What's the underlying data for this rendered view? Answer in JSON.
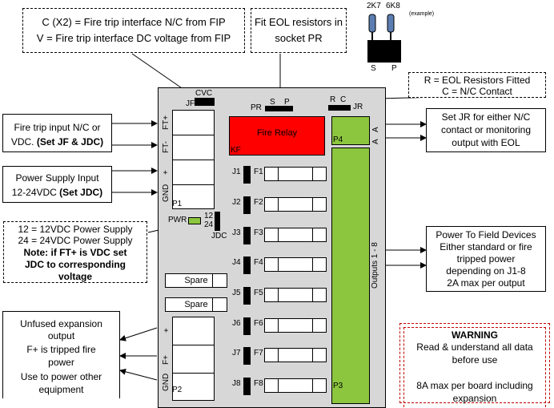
{
  "notes": {
    "top_left": [
      "C (X2) = Fire trip interface N/C from FIP",
      "V = Fire trip interface DC voltage from FIP"
    ],
    "top_mid": [
      "Fit EOL resistors in",
      "socket PR"
    ],
    "resistor_labels": [
      "2K7",
      "6K8"
    ],
    "example": "(example)",
    "sp": [
      "S",
      "P"
    ],
    "top_right": [
      "R = EOL Resistors Fitted",
      "C = N/C Contact"
    ],
    "fire_input": [
      "Fire trip input N/C or",
      "VDC."
    ],
    "fire_input_bold": "(Set JF & JDC)",
    "power_input": [
      "Power Supply Input",
      "12-24VDC"
    ],
    "power_input_bold": "(Set JDC)",
    "supply_note": [
      "12 = 12VDC Power Supply",
      "24 = 24VDC Power Supply"
    ],
    "supply_note_bold": [
      "Note: if FT+ is VDC set",
      "JDC to corresponding",
      "voltage"
    ],
    "set_jr": [
      "Set JR for either N/C",
      "contact or monitoring",
      "output with EOL"
    ],
    "field": [
      "Power To Field Devices",
      "Either standard or fire",
      "tripped power",
      "depending on J1-8",
      "2A max per output"
    ],
    "expansion": [
      "Unfused expansion",
      "output",
      "F+ is tripped fire",
      "power",
      "Use to power other",
      "equipment"
    ],
    "warning_title": "WARNING",
    "warning": [
      "Read & understand all data",
      "before use",
      "",
      "8A max per board including",
      "expansion"
    ]
  },
  "board": {
    "jf": "JF",
    "cvc": "CVC",
    "pr": "PR",
    "pr_s": "S",
    "pr_p": "P",
    "jr": "JR",
    "jr_r": "R",
    "jr_c": "C",
    "ft_plus": "FT+",
    "ft_minus": "FT-",
    "plus": "+",
    "gnd": "GND",
    "p1": "P1",
    "p2": "P2",
    "p3": "P3",
    "p4": "P4",
    "relay": "Fire Relay",
    "kf": "KF",
    "pwr": "PWR",
    "jdc": "JDC",
    "v12": "12",
    "v24": "24",
    "a": "A",
    "outputs": "Outputs 1 - 8",
    "spare": "Spare",
    "exp_plus": "+",
    "exp_fplus": "F+",
    "exp_gnd": "GND",
    "jumpers": [
      "J1",
      "J2",
      "J3",
      "J4",
      "J5",
      "J6",
      "J7",
      "J8"
    ],
    "fuses": [
      "F1",
      "F2",
      "F3",
      "F4",
      "F5",
      "F6",
      "F7",
      "F8"
    ]
  },
  "colors": {
    "board": "#d7d7d7",
    "relay": "#ff0000",
    "green": "#8cc63f",
    "warning_border": "#c00000",
    "resistor": "#5b7db1"
  }
}
